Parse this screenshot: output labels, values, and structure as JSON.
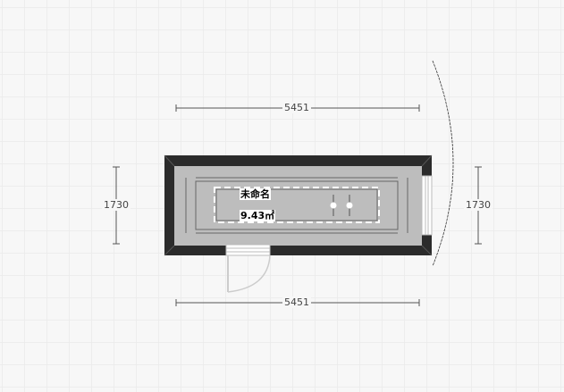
{
  "dimensions": {
    "top": "5451",
    "bottom": "5451",
    "left": "1730",
    "right": "1730"
  },
  "room": {
    "name": "未命名",
    "area": "9.43㎡"
  }
}
